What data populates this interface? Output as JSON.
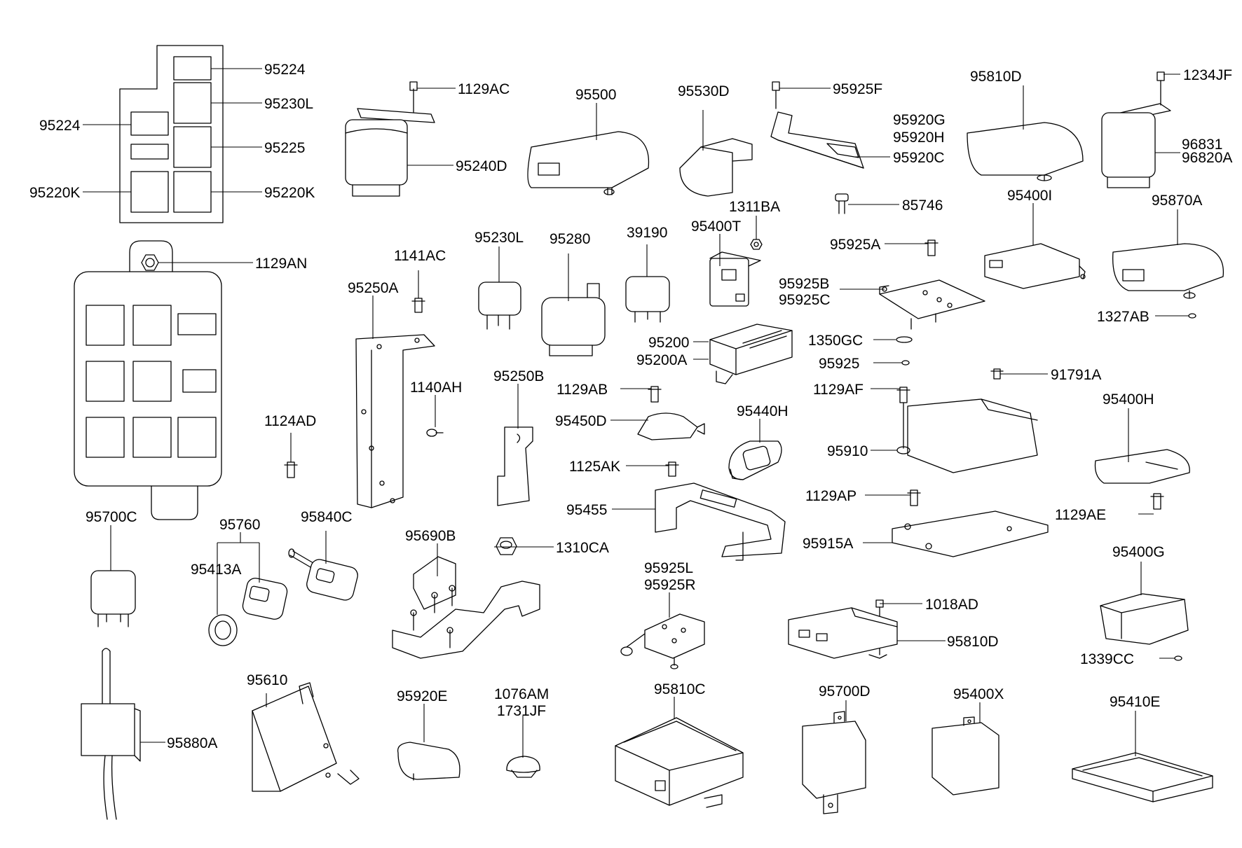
{
  "parts": [
    {
      "id": "p1",
      "text": "95224"
    },
    {
      "id": "p2",
      "text": "95230L"
    },
    {
      "id": "p3",
      "text": "95224"
    },
    {
      "id": "p4",
      "text": "95225"
    },
    {
      "id": "p5",
      "text": "95220K"
    },
    {
      "id": "p6",
      "text": "95220K"
    },
    {
      "id": "p7",
      "text": "1129AN"
    },
    {
      "id": "p8",
      "text": "95700C"
    },
    {
      "id": "p9",
      "text": "95880A"
    },
    {
      "id": "p10",
      "text": "95760"
    },
    {
      "id": "p11",
      "text": "95413A"
    },
    {
      "id": "p12",
      "text": "95840C"
    },
    {
      "id": "p13",
      "text": "95610"
    },
    {
      "id": "p14",
      "text": "1129AC"
    },
    {
      "id": "p15",
      "text": "95240D"
    },
    {
      "id": "p16",
      "text": "1141AC"
    },
    {
      "id": "p17",
      "text": "95250A"
    },
    {
      "id": "p18",
      "text": "1140AH"
    },
    {
      "id": "p19",
      "text": "1124AD"
    },
    {
      "id": "p20",
      "text": "95500"
    },
    {
      "id": "p21",
      "text": "95530D"
    },
    {
      "id": "p22",
      "text": "95230L"
    },
    {
      "id": "p23",
      "text": "95280"
    },
    {
      "id": "p24",
      "text": "39190"
    },
    {
      "id": "p25",
      "text": "95400T"
    },
    {
      "id": "p26",
      "text": "1311BA"
    },
    {
      "id": "p27",
      "text": "95250B"
    },
    {
      "id": "p28",
      "text": "95690B"
    },
    {
      "id": "p29",
      "text": "1310CA"
    },
    {
      "id": "p30",
      "text": "95920E"
    },
    {
      "id": "p31",
      "text": "1076AM"
    },
    {
      "id": "p32",
      "text": "1731JF"
    },
    {
      "id": "p33",
      "text": "95200"
    },
    {
      "id": "p34",
      "text": "95200A"
    },
    {
      "id": "p35",
      "text": "1129AB"
    },
    {
      "id": "p36",
      "text": "95450D"
    },
    {
      "id": "p37",
      "text": "95440H"
    },
    {
      "id": "p38",
      "text": "1125AK"
    },
    {
      "id": "p39",
      "text": "95455"
    },
    {
      "id": "p40",
      "text": "95925L"
    },
    {
      "id": "p41",
      "text": "95925R"
    },
    {
      "id": "p42",
      "text": "95810C"
    },
    {
      "id": "p43",
      "text": "95925F"
    },
    {
      "id": "p44",
      "text": "95920G"
    },
    {
      "id": "p45",
      "text": "95920H"
    },
    {
      "id": "p46",
      "text": "95920C"
    },
    {
      "id": "p47",
      "text": "85746"
    },
    {
      "id": "p48",
      "text": "95925A"
    },
    {
      "id": "p49",
      "text": "95925B"
    },
    {
      "id": "p50",
      "text": "95925C"
    },
    {
      "id": "p51",
      "text": "1350GC"
    },
    {
      "id": "p52",
      "text": "95925"
    },
    {
      "id": "p53",
      "text": "1129AF"
    },
    {
      "id": "p54",
      "text": "95910"
    },
    {
      "id": "p55",
      "text": "1129AP"
    },
    {
      "id": "p56",
      "text": "95915A"
    },
    {
      "id": "p57",
      "text": "1018AD"
    },
    {
      "id": "p58",
      "text": "95810D"
    },
    {
      "id": "p59",
      "text": "95700D"
    },
    {
      "id": "p60",
      "text": "95810D"
    },
    {
      "id": "p61",
      "text": "1234JF"
    },
    {
      "id": "p62",
      "text": "96831"
    },
    {
      "id": "p63",
      "text": "96820A"
    },
    {
      "id": "p64",
      "text": "95400I"
    },
    {
      "id": "p65",
      "text": "95870A"
    },
    {
      "id": "p66",
      "text": "1327AB"
    },
    {
      "id": "p67",
      "text": "91791A"
    },
    {
      "id": "p68",
      "text": "95400H"
    },
    {
      "id": "p69",
      "text": "1129AE"
    },
    {
      "id": "p70",
      "text": "95400G"
    },
    {
      "id": "p71",
      "text": "1339CC"
    },
    {
      "id": "p72",
      "text": "95400X"
    },
    {
      "id": "p73",
      "text": "95410E"
    }
  ]
}
